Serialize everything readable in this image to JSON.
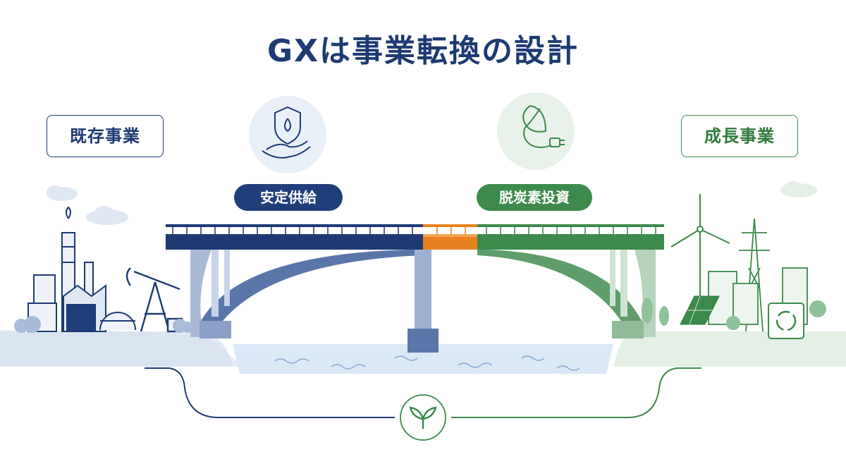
{
  "title": "GXは事業転換の設計",
  "left_box": {
    "label": "既存事業"
  },
  "right_box": {
    "label": "成長事業"
  },
  "left_pill": {
    "label": "安定供給"
  },
  "right_pill": {
    "label": "脱炭素投資"
  },
  "colors": {
    "navy": "#1d3a73",
    "green": "#3c8a4b",
    "orange": "#e8821e",
    "water": "#dbe8f6"
  },
  "icons": {
    "left_icon": "hand-shield-drop-icon",
    "right_icon": "leaf-plug-icon",
    "bottom_icon": "sprout-icon",
    "recycle_icon": "recycle-icon"
  }
}
